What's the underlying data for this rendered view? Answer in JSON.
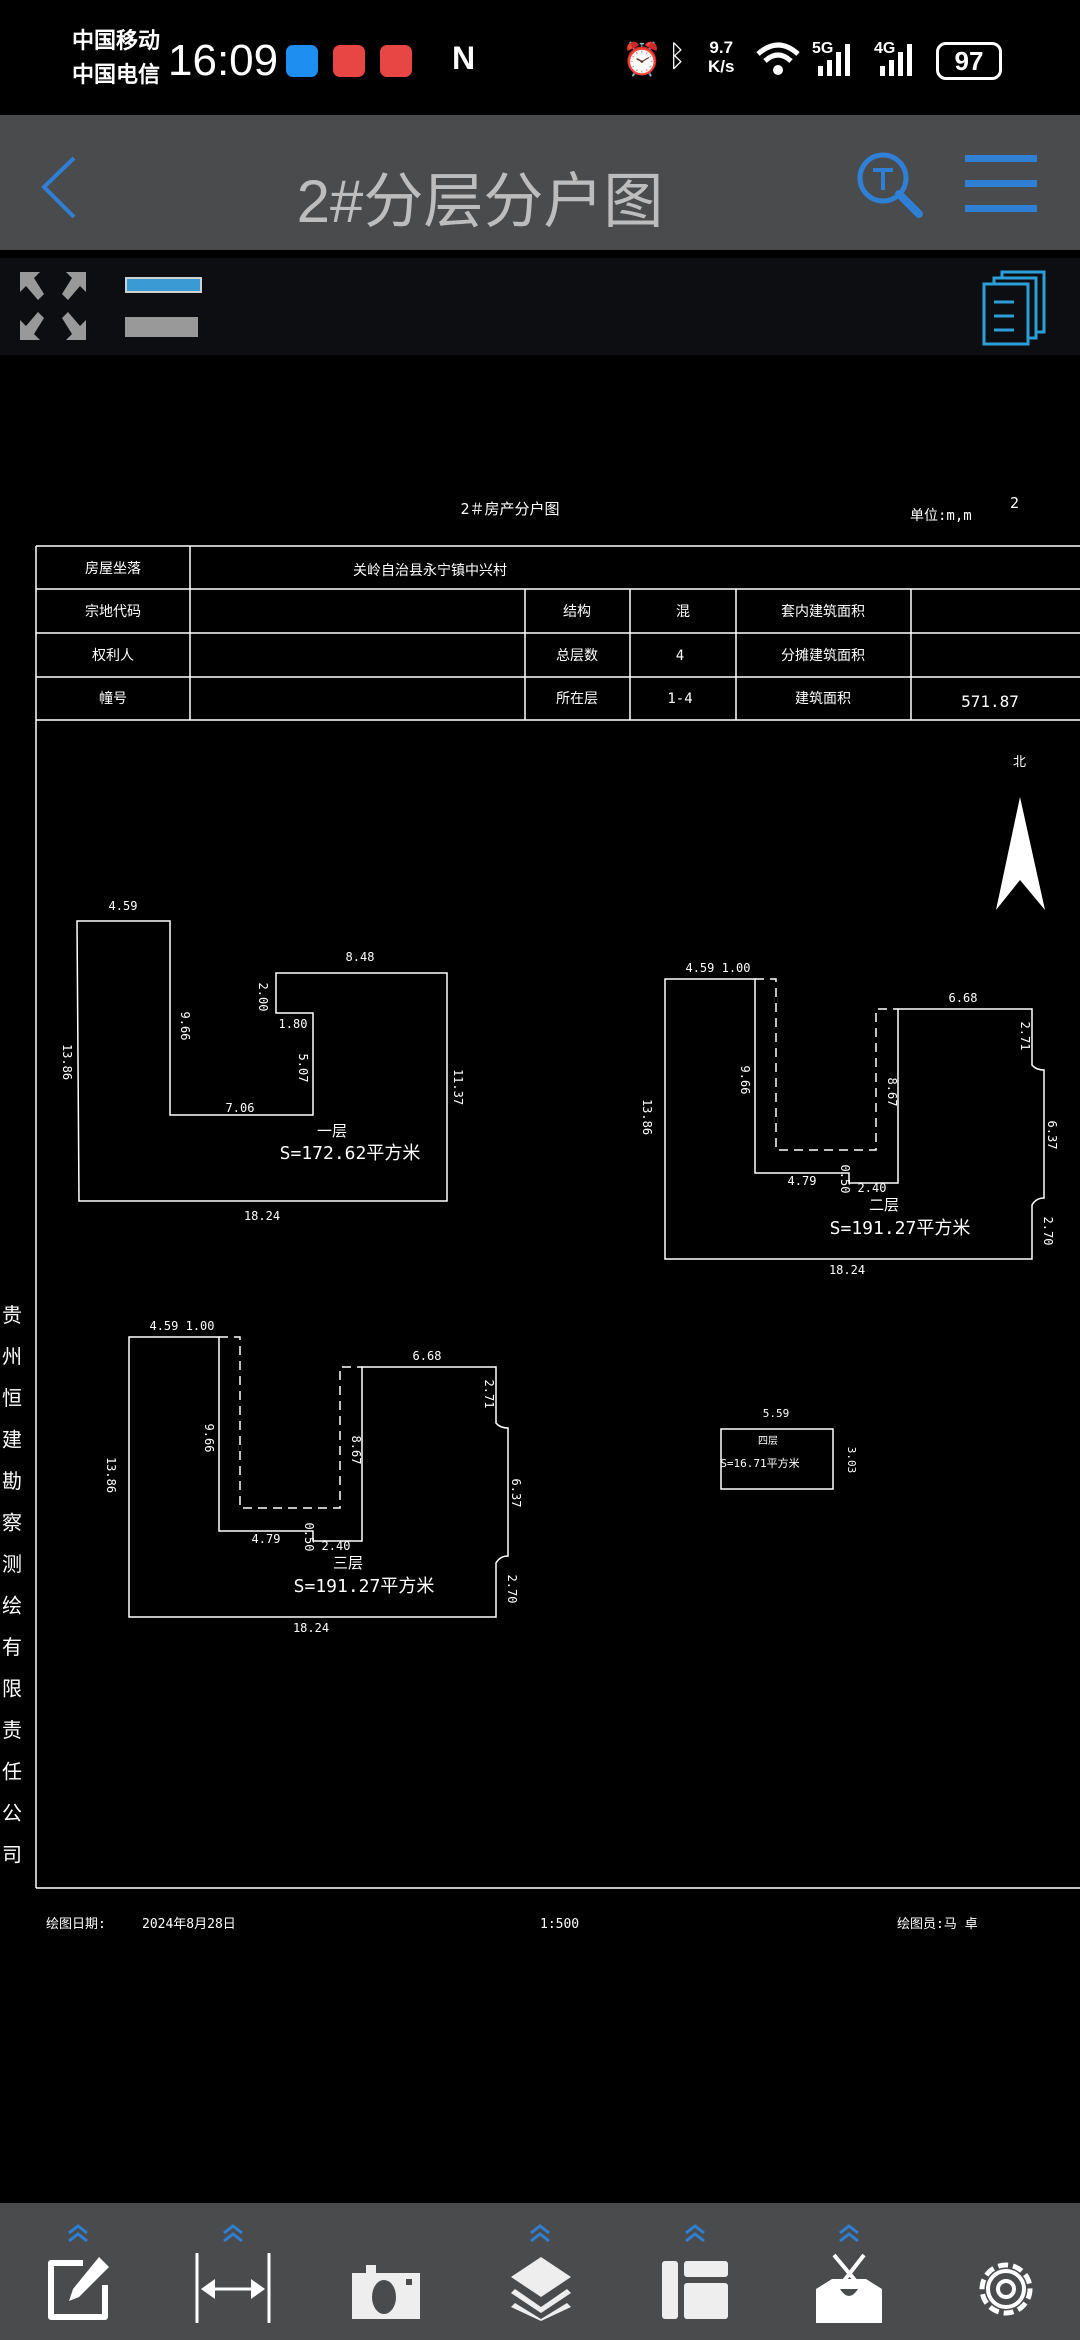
{
  "status_bar": {
    "carrier_1": "中国移动",
    "carrier_2": "中国电信",
    "time": "16:09",
    "net_speed_value": "9.7",
    "net_speed_unit": "K/s",
    "signal_1": "5G",
    "signal_2": "4G",
    "battery": "97"
  },
  "header": {
    "title": "2#分层分户图"
  },
  "drawing": {
    "title": "2＃房产分户图",
    "unit": "单位:m,m",
    "page_no": "2",
    "table": {
      "location_label": "房屋坐落",
      "location_value": "关岭自治县永宁镇中兴村",
      "parcel_code_label": "宗地代码",
      "parcel_code_value": "",
      "structure_label": "结构",
      "structure_value": "混",
      "inner_area_label": "套内建筑面积",
      "inner_area_value": "",
      "owner_label": "权利人",
      "owner_value": "",
      "total_floors_label": "总层数",
      "total_floors_value": "4",
      "shared_area_label": "分摊建筑面积",
      "shared_area_value": "",
      "building_no_label": "幢号",
      "building_no_value": "",
      "floor_label": "所在层",
      "floor_value": "1-4",
      "building_area_label": "建筑面积",
      "building_area_value": "571.87"
    },
    "north_label": "北",
    "company": [
      "贵",
      "州",
      "恒",
      "建",
      "勘",
      "察",
      "测",
      "绘",
      "有",
      "限",
      "责",
      "任",
      "公",
      "司"
    ],
    "floors": [
      {
        "name": "一层",
        "area": "S=172.62平方米",
        "dims": [
          "4.59",
          "8.48",
          "2.00",
          "1.80",
          "9.66",
          "5.07",
          "7.06",
          "13.86",
          "11.37",
          "18.24"
        ]
      },
      {
        "name": "二层",
        "area": "S=191.27平方米",
        "dims": [
          "4.59 1.00",
          "6.68",
          "9.66",
          "8.67",
          "13.86",
          "2.71",
          "6.37",
          "2.70",
          "4.79",
          "0.50",
          "2.40",
          "18.24"
        ]
      },
      {
        "name": "三层",
        "area": "S=191.27平方米",
        "dims": [
          "4.59 1.00",
          "6.68",
          "9.66",
          "8.67",
          "13.86",
          "2.71",
          "6.37",
          "2.70",
          "4.79",
          "0.50",
          "2.40",
          "18.24"
        ]
      },
      {
        "name": "四层",
        "area": "S=16.71平方米",
        "dims": [
          "5.59",
          "3.03"
        ]
      }
    ],
    "footer": {
      "date_label": "绘图日期:",
      "date_value": "2024年8月28日",
      "scale": "1:500",
      "drafter": "绘图员:马 卓"
    }
  },
  "colors": {
    "accent": "#2f7fd4",
    "header_bg": "#4a4b4d",
    "bar_bg": "#4a4b4d"
  }
}
